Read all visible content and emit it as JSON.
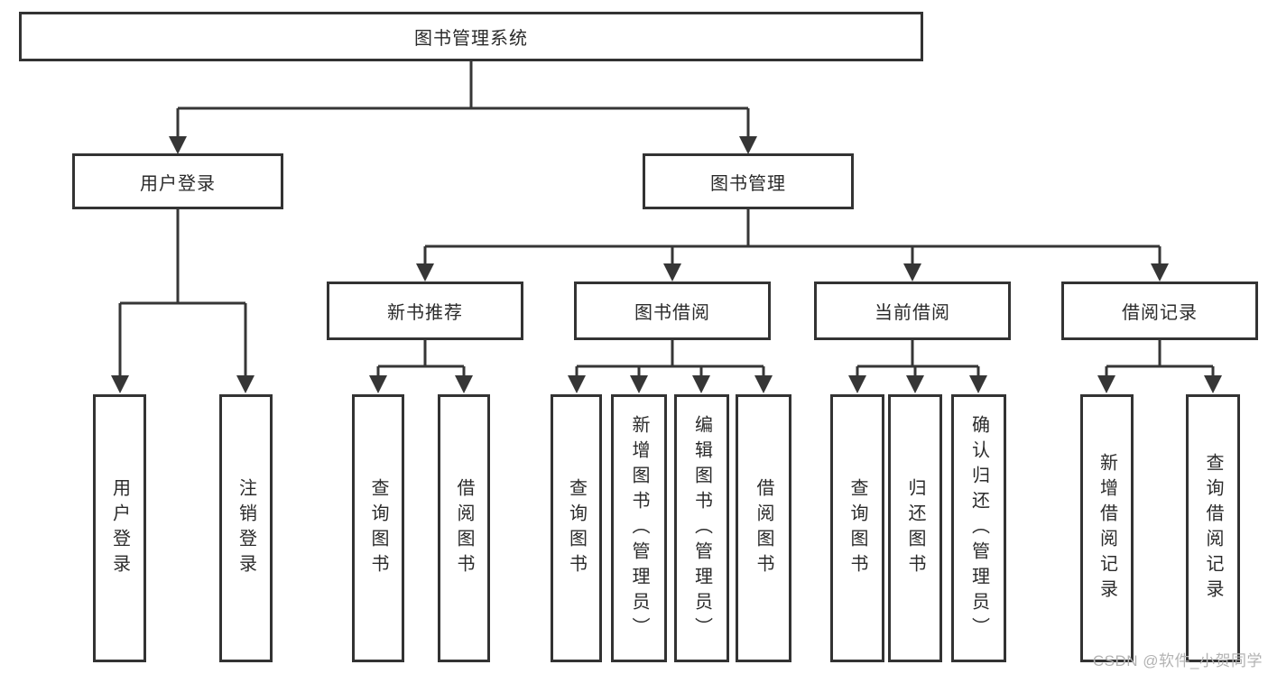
{
  "diagram": {
    "root": {
      "label": "图书管理系统"
    },
    "level2": [
      {
        "label": "用户登录"
      },
      {
        "label": "图书管理"
      }
    ],
    "level3": [
      {
        "label": "新书推荐"
      },
      {
        "label": "图书借阅"
      },
      {
        "label": "当前借阅"
      },
      {
        "label": "借阅记录"
      }
    ],
    "leaves": [
      {
        "label": "用户登录"
      },
      {
        "label": "注销登录"
      },
      {
        "label": "查询图书"
      },
      {
        "label": "借阅图书"
      },
      {
        "label": "查询图书"
      },
      {
        "label": "新增图书（管理员）"
      },
      {
        "label": "编辑图书（管理员）"
      },
      {
        "label": "借阅图书"
      },
      {
        "label": "查询图书"
      },
      {
        "label": "归还图书"
      },
      {
        "label": "确认归还（管理员）"
      },
      {
        "label": "新增借阅记录"
      },
      {
        "label": "查询借阅记录"
      }
    ],
    "watermark": "CSDN @软件_小贺同学",
    "colors": {
      "line": "#363636",
      "box_border": "#333333",
      "box_fill": "#ffffff",
      "text": "#2b2b2b",
      "watermark": "#b3b3b3"
    }
  }
}
